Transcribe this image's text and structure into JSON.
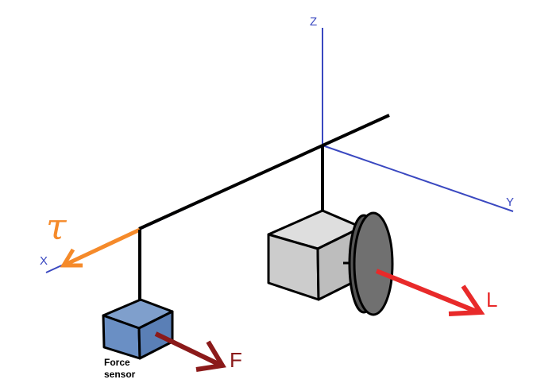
{
  "labels": {
    "z_axis": "Z",
    "y_axis": "Y",
    "x_axis": "X",
    "torque": "τ",
    "force": "F",
    "angular_momentum": "L",
    "sensor_line1": "Force",
    "sensor_line2": "sensor"
  },
  "colors": {
    "axes": "#3a48c0",
    "rod": "#000000",
    "torque_arrow": "#f58a2a",
    "force_arrow": "#8b1a1a",
    "momentum_arrow": "#e82a2a",
    "sensor_box": "#6a8fc4",
    "motor_box": "#cccccc",
    "wheel": "#707070"
  }
}
